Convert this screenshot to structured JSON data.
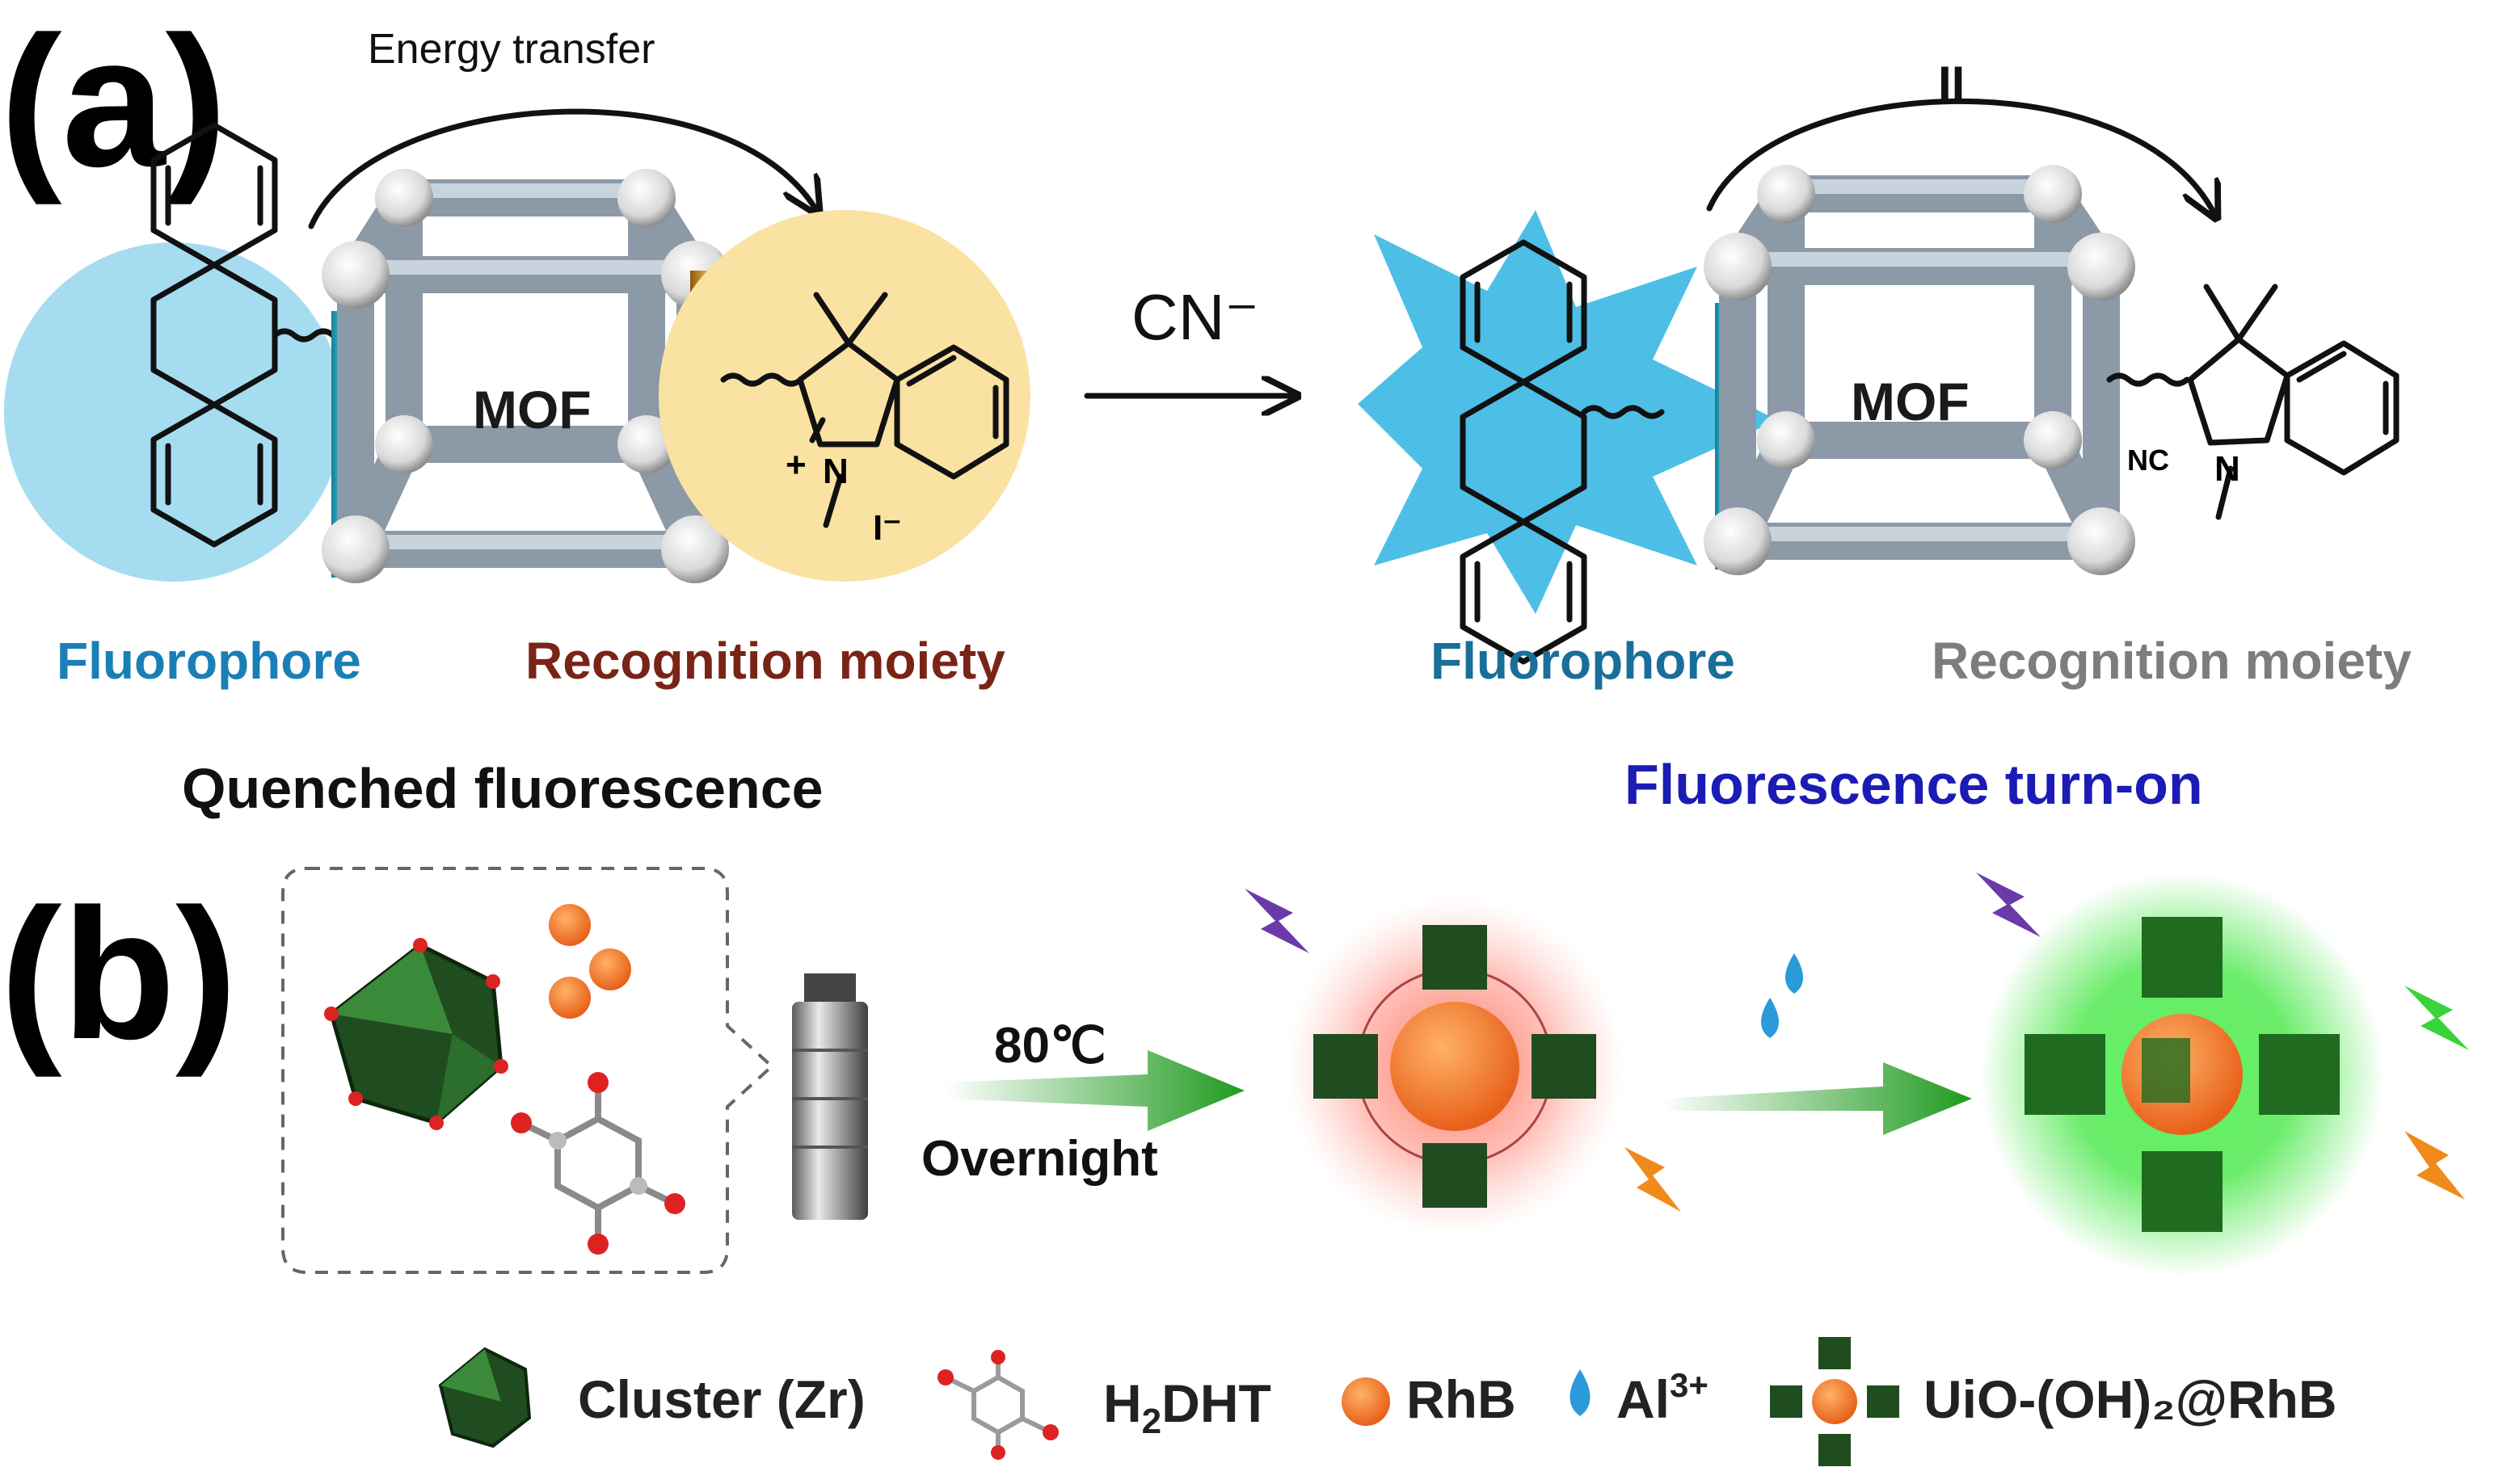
{
  "panel_a": {
    "letter": "(a)",
    "energy_transfer": "Energy transfer",
    "blocked_mark": "II",
    "mof_label_left": "MOF",
    "mof_label_right": "MOF",
    "reagent": "CN⁻",
    "left": {
      "fluorophore": "Fluorophore",
      "recognition": "Recognition moiety",
      "state": "Quenched fluorescence",
      "atom_n": "N",
      "atom_plus": "+",
      "atom_iodide": "I⁻"
    },
    "right": {
      "fluorophore": "Fluorophore",
      "recognition": "Recognition moiety",
      "state": "Fluorescence turn-on",
      "atom_n": "N",
      "atom_nc": "NC"
    },
    "colors": {
      "fluorophore": "#1a7fb6",
      "recognition": "#7a2418",
      "muted": "#7d7d7d",
      "turn_on": "#1b1bb5"
    }
  },
  "panel_b": {
    "letter": "(b)",
    "temperature": "80℃",
    "time": "Overnight"
  },
  "legend": {
    "cluster": "Cluster (Zr)",
    "linker_h": "H",
    "linker_sub": "2",
    "linker_rest": "DHT",
    "dye": "RhB",
    "ion": "Al",
    "ion_sup": "3+",
    "composite": "UiO-(OH)₂@RhB"
  }
}
